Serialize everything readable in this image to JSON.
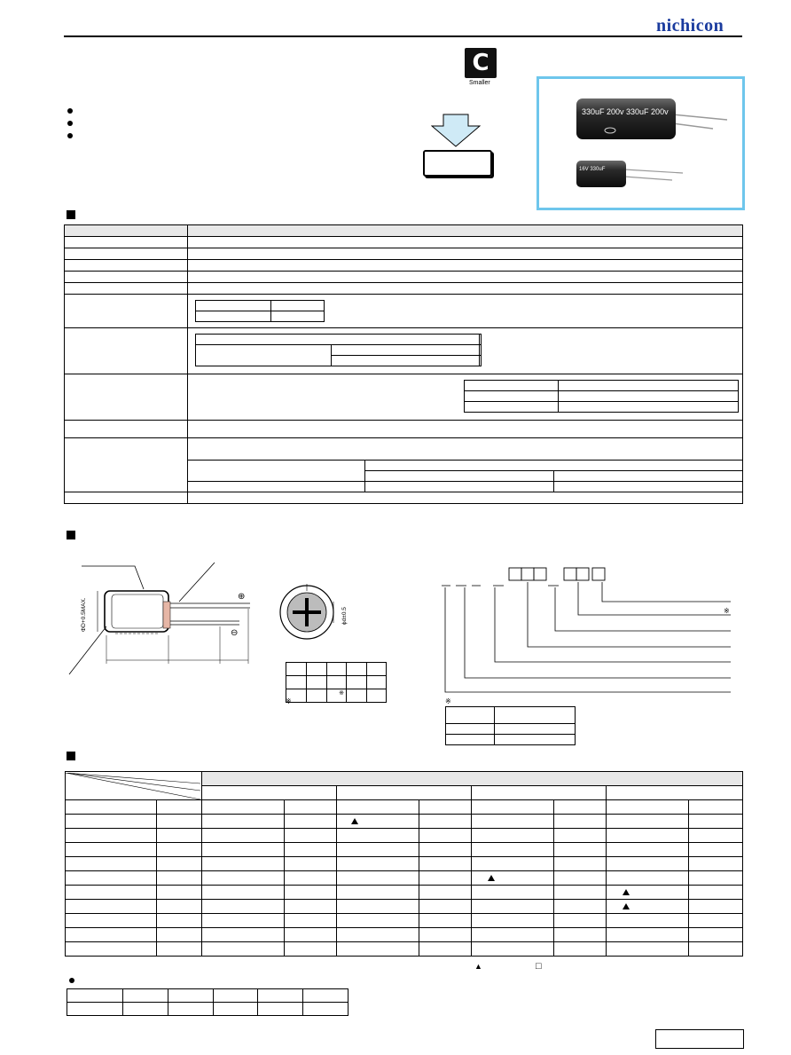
{
  "header": {
    "brand": "nichicon"
  },
  "series_icon": {
    "letter": "C",
    "label": "Smaller"
  },
  "colors": {
    "brand_blue": "#1a3b9e",
    "photo_frame": "#6ec6ec",
    "arrow_fill": "#cfeaf6"
  },
  "photo": {
    "capacitor_print_large": "330uF 200v  330uF 200v",
    "capacitor_print_small": "16V 330uF"
  },
  "outline_labels": {
    "dia_label": "ΦD+0.5MAX.",
    "small_dim": "ϕd±0.5",
    "plus": "⊕",
    "minus": "⊖",
    "note_mark": "※",
    "inner_star": "※"
  },
  "legend_marks": {
    "triangle": "▲",
    "square": "□"
  }
}
